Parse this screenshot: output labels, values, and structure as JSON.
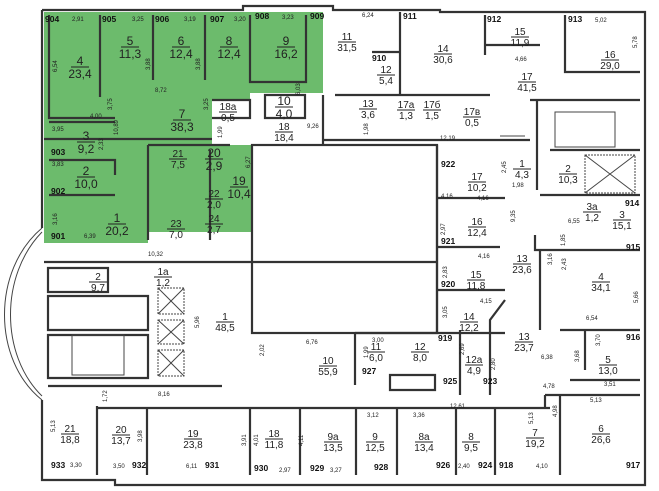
{
  "colors": {
    "highlight": "#6cbb6c",
    "wall": "#333333",
    "background": "#ffffff"
  },
  "rooms": [
    {
      "num": "4",
      "area": "23,4"
    },
    {
      "num": "5",
      "area": "11,3"
    },
    {
      "num": "6",
      "area": "12,4"
    },
    {
      "num": "8",
      "area": "12,4"
    },
    {
      "num": "9",
      "area": "16,2"
    },
    {
      "num": "10",
      "area": "4,0"
    },
    {
      "num": "18а",
      "area": "0,5"
    },
    {
      "num": "7",
      "area": "38,3"
    },
    {
      "num": "18",
      "area": "18,4"
    },
    {
      "num": "3",
      "area": "9,2"
    },
    {
      "num": "2",
      "area": "10,0"
    },
    {
      "num": "1",
      "area": "20,2"
    },
    {
      "num": "21",
      "area": "7,5"
    },
    {
      "num": "20",
      "area": "2,9"
    },
    {
      "num": "19",
      "area": "10,4"
    },
    {
      "num": "22",
      "area": "2,0"
    },
    {
      "num": "23",
      "area": "7,0"
    },
    {
      "num": "24",
      "area": "2,7"
    },
    {
      "num": "11",
      "area": "31,5"
    },
    {
      "num": "12",
      "area": "5,4"
    },
    {
      "num": "13",
      "area": "3,6"
    },
    {
      "num": "17а",
      "area": "1,3"
    },
    {
      "num": "17б",
      "area": "1,5"
    },
    {
      "num": "17в",
      "area": "0,5"
    },
    {
      "num": "14",
      "area": "30,6"
    },
    {
      "num": "15",
      "area": "11,9"
    },
    {
      "num": "17",
      "area": "41,5"
    },
    {
      "num": "16",
      "area": "29,0"
    },
    {
      "num": "1",
      "area": "4,3"
    },
    {
      "num": "2",
      "area": "10,3"
    },
    {
      "num": "3а",
      "area": "1,2"
    },
    {
      "num": "3",
      "area": "15,1"
    },
    {
      "num": "17",
      "area": "10,2"
    },
    {
      "num": "16",
      "area": "12,4"
    },
    {
      "num": "13",
      "area": "23,6"
    },
    {
      "num": "15",
      "area": "11,8"
    },
    {
      "num": "4",
      "area": "34,1"
    },
    {
      "num": "14",
      "area": "12,2"
    },
    {
      "num": "13",
      "area": "23,7"
    },
    {
      "num": "5",
      "area": "13,0"
    },
    {
      "num": "12",
      "area": "8,0"
    },
    {
      "num": "12а",
      "area": "4,9"
    },
    {
      "num": "11",
      "area": "6,0"
    },
    {
      "num": "10",
      "area": "55,9"
    },
    {
      "num": "9",
      "area": "12,5"
    },
    {
      "num": "8а",
      "area": "13,4"
    },
    {
      "num": "8",
      "area": "9,5"
    },
    {
      "num": "7",
      "area": "19,2"
    },
    {
      "num": "6",
      "area": "26,6"
    },
    {
      "num": "9а",
      "area": "13,5"
    },
    {
      "num": "18",
      "area": "11,8"
    },
    {
      "num": "19",
      "area": "23,8"
    },
    {
      "num": "20",
      "area": "13,7"
    },
    {
      "num": "21",
      "area": "18,8"
    },
    {
      "num": "1",
      "area": "48,5"
    },
    {
      "num": "2",
      "area": "9,7"
    },
    {
      "num": "1а",
      "area": "1,2"
    }
  ],
  "codes": [
    "904",
    "905",
    "906",
    "907",
    "908",
    "909",
    "911",
    "912",
    "913",
    "910",
    "903",
    "902",
    "901",
    "922",
    "921",
    "914",
    "915",
    "920",
    "919",
    "916",
    "927",
    "925",
    "923",
    "928",
    "926",
    "924",
    "918",
    "917",
    "933",
    "932",
    "931",
    "930",
    "929"
  ],
  "dims": [
    "2,91",
    "3,25",
    "3,19",
    "3,20",
    "3,23",
    "6,24",
    "5,02",
    "6,54",
    "3,75",
    "3,88",
    "3,88",
    "8,72",
    "6,03",
    "3,25",
    "9,26",
    "4,00",
    "10,89",
    "2,33",
    "3,95",
    "3,83",
    "3,16",
    "6,39",
    "1,99",
    "6,27",
    "10,32",
    "4,66",
    "5,78",
    "1,98",
    "12,19",
    "2,45",
    "1,98",
    "4,16",
    "4,16",
    "9,35",
    "2,97",
    "6,55",
    "1,85",
    "3,16",
    "2,43",
    "5,66",
    "2,83",
    "4,16",
    "4,15",
    "3,05",
    "6,54",
    "3,00",
    "1,99",
    "2,69",
    "2,80",
    "3,70",
    "3,68",
    "3,51",
    "4,78",
    "4,98",
    "5,13",
    "5,13",
    "12,61",
    "3,12",
    "3,36",
    "2,40",
    "4,10",
    "6,76",
    "2,02",
    "5,96",
    "8,16",
    "1,72",
    "5,13",
    "3,91",
    "4,01",
    "4,11",
    "3,30",
    "3,50",
    "6,11",
    "2,97",
    "3,27",
    "3,98",
    "6,38"
  ]
}
